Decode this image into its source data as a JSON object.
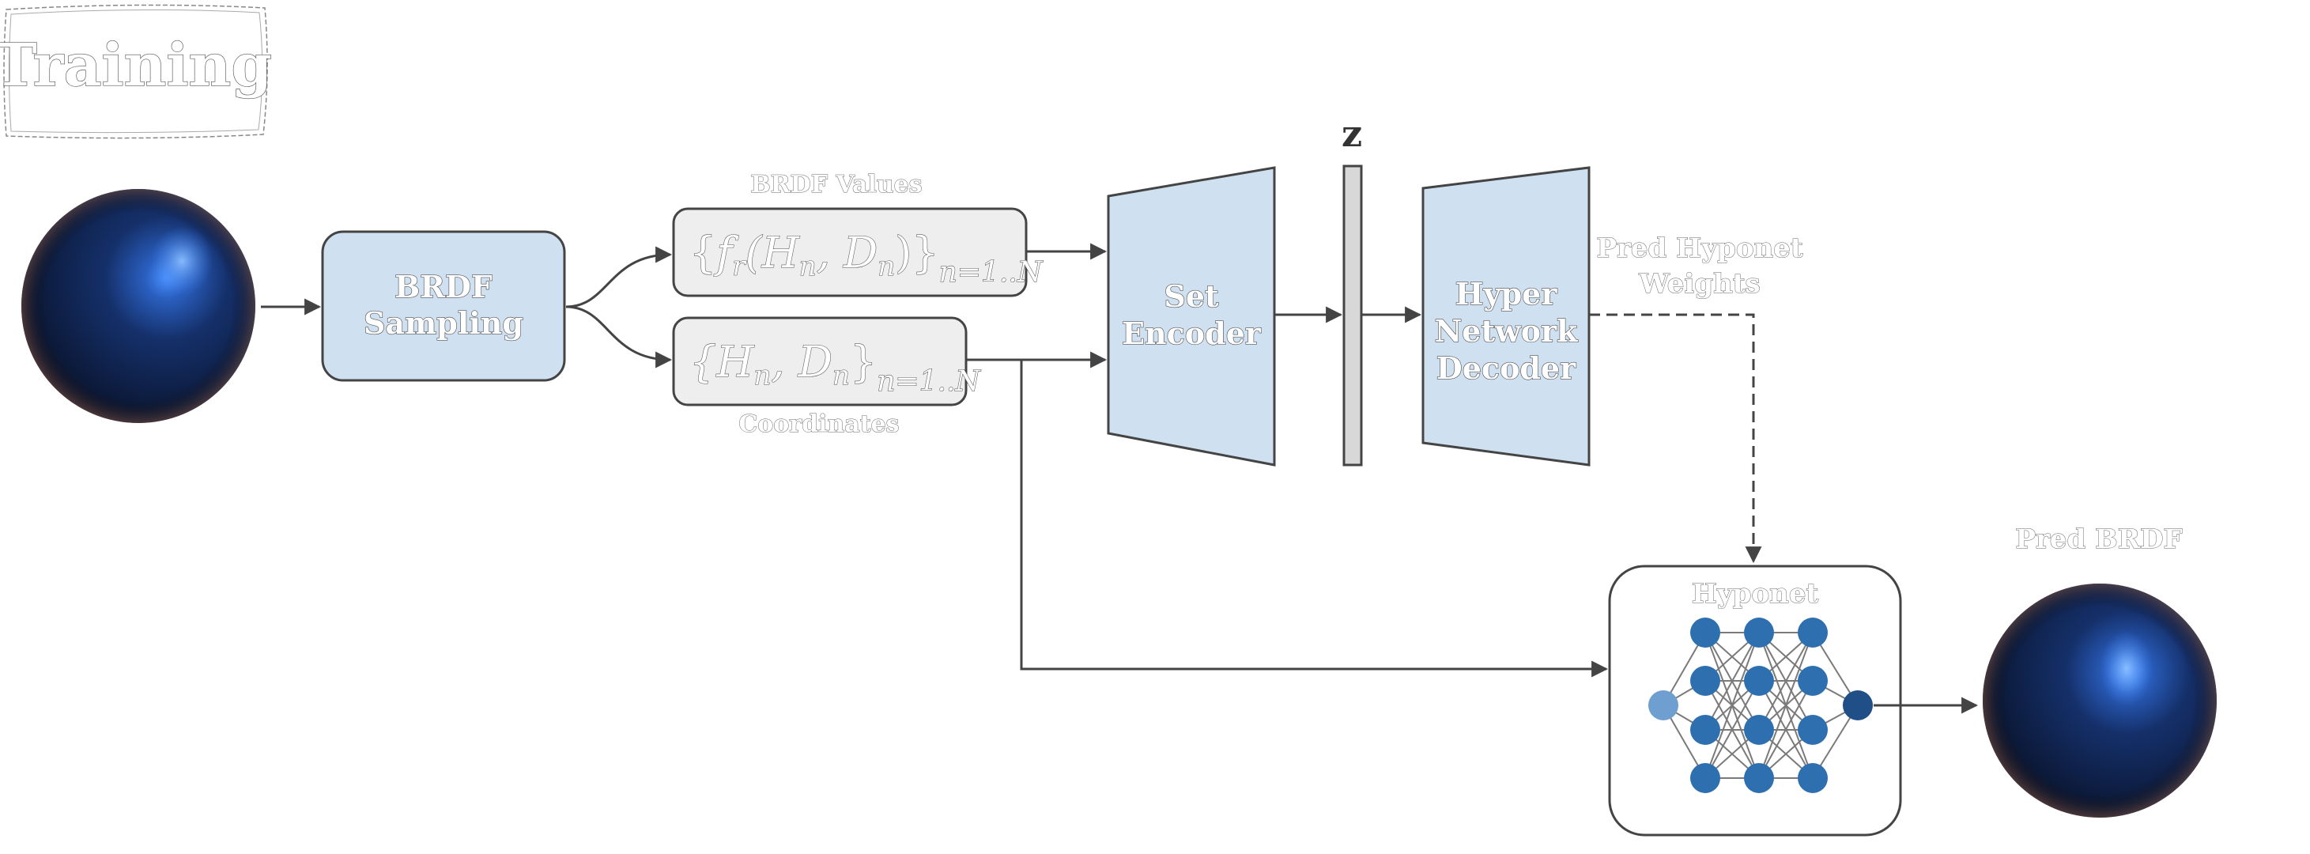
{
  "frame_label": "Training",
  "sampling": {
    "line1": "BRDF",
    "line2": "Sampling"
  },
  "values_box": {
    "caption": "BRDF Values",
    "expr": {
      "open": "{",
      "f": "f",
      "r": "r",
      "args": "(H",
      "n1": "n",
      "mid": ", D",
      "n2": "n",
      "close": ")}",
      "range": "n=1..N"
    }
  },
  "coords_box": {
    "caption": "Coordinates",
    "expr": {
      "open": "{H",
      "n1": "n",
      "mid": ", D",
      "n2": "n",
      "close": "}",
      "range": "n=1..N"
    }
  },
  "encoder": {
    "line1": "Set",
    "line2": "Encoder"
  },
  "latent": {
    "label": "z"
  },
  "decoder": {
    "line1": "Hyper",
    "line2": "Network",
    "line3": "Decoder"
  },
  "weights_label": {
    "line1": "Pred Hyponet",
    "line2": "Weights"
  },
  "hyponet": {
    "title": "Hyponet"
  },
  "pred_brdf": {
    "label": "Pred BRDF"
  },
  "colors": {
    "block_fill": "#cfe0f1",
    "box_fill": "#eeeeee",
    "stroke": "#444444",
    "neuron": "#2e6fb0",
    "neuron_input": "#6f9fd0",
    "neuron_output": "#1f4f86",
    "sphere_dark": "#0d1a33",
    "sphere_highlight": "#3a7ef0"
  }
}
